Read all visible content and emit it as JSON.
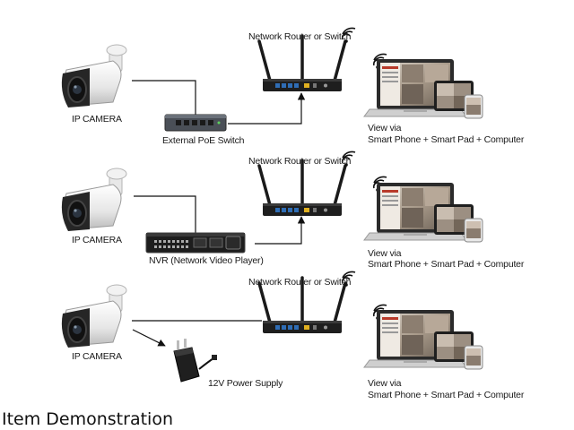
{
  "caption": "Item Demonstration",
  "scenarios": [
    {
      "camera_label": "IP CAMERA",
      "middle_label": "External PoE Switch",
      "router_label": "Network Router or Switch",
      "view_line1": "View via",
      "view_line2": "Smart Phone + Smart Pad + Computer"
    },
    {
      "camera_label": "IP CAMERA",
      "middle_label": "NVR (Network Video Player)",
      "router_label": "Network Router or Switch",
      "view_line1": "View via",
      "view_line2": "Smart Phone + Smart Pad + Computer"
    },
    {
      "camera_label": "IP CAMERA",
      "middle_label": "12V Power Supply",
      "router_label": "Network Router or Switch",
      "view_line1": "View via",
      "view_line2": "Smart Phone + Smart Pad + Computer"
    }
  ],
  "colors": {
    "line": "#111111",
    "device_dark": "#2a2a2a",
    "port_blue": "#2f6db5",
    "port_yellow": "#e0b020",
    "screen_accent": "#b83a2a"
  },
  "icons": [
    "ip-camera-icon",
    "poe-switch-icon",
    "nvr-icon",
    "power-adapter-icon",
    "router-icon",
    "wifi-icon",
    "laptop-icon",
    "tablet-icon",
    "phone-icon"
  ]
}
